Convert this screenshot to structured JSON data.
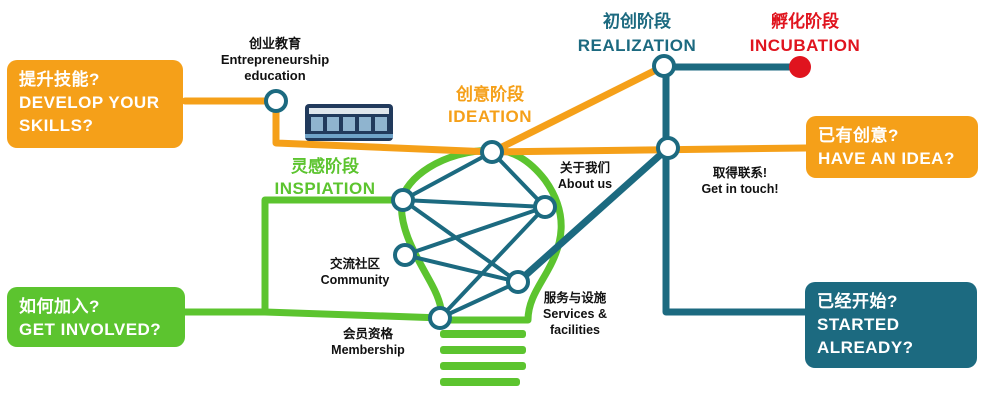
{
  "colors": {
    "orange": "#f5a019",
    "green": "#5cc42f",
    "teal": "#1c6a80",
    "red": "#e0141e",
    "node_fill": "#ffffff",
    "text_dark": "#111111"
  },
  "side_boxes": {
    "develop": {
      "zh": "提升技能?",
      "en1": "DEVELOP YOUR",
      "en2": "SKILLS?"
    },
    "involved": {
      "zh": "如何加入?",
      "en": "GET INVOLVED?"
    },
    "idea": {
      "zh": "已有创意?",
      "en": "HAVE AN IDEA?"
    },
    "started": {
      "zh": "已经开始?",
      "en1": "STARTED",
      "en2": "ALREADY?"
    }
  },
  "stages": {
    "realization": {
      "zh": "初创阶段",
      "en": "REALIZATION"
    },
    "incubation": {
      "zh": "孵化阶段",
      "en": "INCUBATION"
    },
    "ideation": {
      "zh": "创意阶段",
      "en": "IDEATION"
    },
    "inspiration": {
      "zh": "灵感阶段",
      "en": "INSPIATION"
    }
  },
  "nodes": {
    "education": {
      "zh": "创业教育",
      "en1": "Entrepreneurship",
      "en2": "education"
    },
    "about": {
      "zh": "关于我们",
      "en": "About us"
    },
    "contact": {
      "zh": "取得联系!",
      "en": "Get in touch!"
    },
    "community": {
      "zh": "交流社区",
      "en": "Community"
    },
    "services": {
      "zh": "服务与设施",
      "en1": "Services &",
      "en2": "facilities"
    },
    "membership": {
      "zh": "会员资格",
      "en": "Membership"
    }
  },
  "icons": {
    "train": "tram-icon",
    "bulb": "lightbulb-icon"
  }
}
